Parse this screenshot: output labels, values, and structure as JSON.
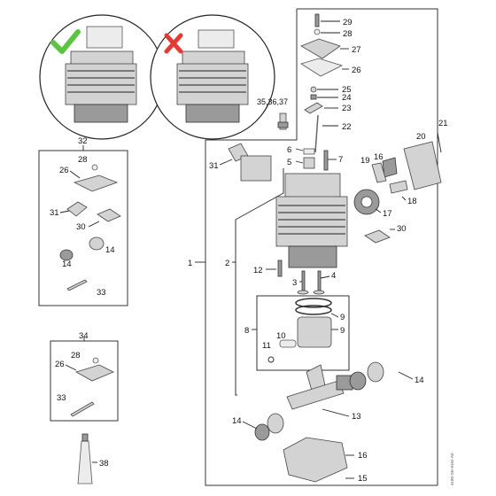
{
  "labels": {
    "l1": "1",
    "l2": "2",
    "l3": "3",
    "l4": "4",
    "l5": "5",
    "l6": "6",
    "l7": "7",
    "l8": "8",
    "l9a": "9",
    "l9b": "9",
    "l10": "10",
    "l11": "11",
    "l12": "12",
    "l13": "13",
    "l14a": "14",
    "l14b": "14",
    "l14c": "14",
    "l14d": "14",
    "l15": "15",
    "l16": "16",
    "l17": "17",
    "l18": "18",
    "l19": "19",
    "l20": "20",
    "l21": "21",
    "l22": "22",
    "l23": "23",
    "l24": "24",
    "l25": "25",
    "l26a": "26",
    "l26b": "26",
    "l26c": "26",
    "l27": "27",
    "l28a": "28",
    "l28b": "28",
    "l28c": "28",
    "l29": "29",
    "l30a": "30",
    "l30b": "30",
    "l31a": "31",
    "l31b": "31",
    "l32": "32",
    "l33a": "33",
    "l33b": "33",
    "l34": "34",
    "l35": "35,36,37",
    "l38": "38"
  },
  "drawing_code": "4180-GE-0162-A0",
  "icons": {
    "correct": "check-mark-icon",
    "wrong": "cross-mark-icon"
  },
  "colors": {
    "check": "#5cc441",
    "cross": "#e53935",
    "line": "#222222",
    "part": "#d3d3d3"
  }
}
